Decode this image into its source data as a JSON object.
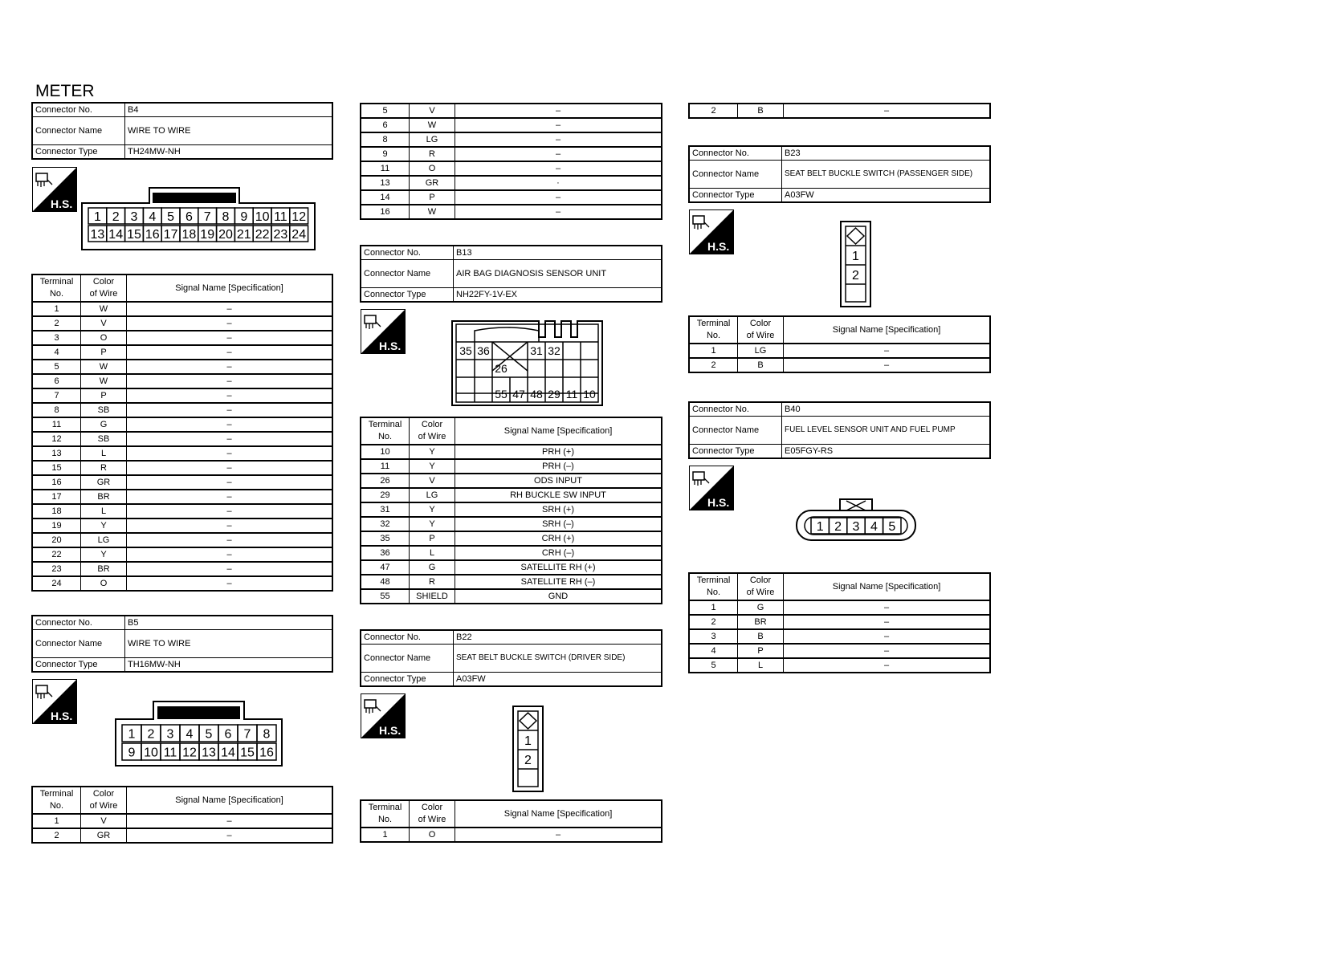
{
  "page_title": "METER",
  "labels": {
    "connector_no": "Connector No.",
    "connector_name": "Connector Name",
    "connector_type": "Connector Type",
    "terminal_no": [
      "Terminal",
      "No."
    ],
    "color_of_wire": [
      "Color",
      "of Wire"
    ],
    "signal_name": "Signal Name [Specification]",
    "hs_badge": "H.S."
  },
  "connectors": {
    "b4": {
      "no": "B4",
      "name": "WIRE TO WIRE",
      "type": "TH24MW-NH",
      "pins_top": [
        "1",
        "2",
        "3",
        "4",
        "5",
        "6",
        "7",
        "8",
        "9",
        "10",
        "11",
        "12"
      ],
      "pins_bottom": [
        "13",
        "14",
        "15",
        "16",
        "17",
        "18",
        "19",
        "20",
        "21",
        "22",
        "23",
        "24"
      ],
      "rows": [
        [
          "1",
          "W",
          "–"
        ],
        [
          "2",
          "V",
          "–"
        ],
        [
          "3",
          "O",
          "–"
        ],
        [
          "4",
          "P",
          "–"
        ],
        [
          "5",
          "W",
          "–"
        ],
        [
          "6",
          "W",
          "–"
        ],
        [
          "7",
          "P",
          "–"
        ],
        [
          "8",
          "SB",
          "–"
        ],
        [
          "11",
          "G",
          "–"
        ],
        [
          "12",
          "SB",
          "–"
        ],
        [
          "13",
          "L",
          "–"
        ],
        [
          "15",
          "R",
          "–"
        ],
        [
          "16",
          "GR",
          "–"
        ],
        [
          "17",
          "BR",
          "–"
        ],
        [
          "18",
          "L",
          "–"
        ],
        [
          "19",
          "Y",
          "–"
        ],
        [
          "20",
          "LG",
          "–"
        ],
        [
          "22",
          "Y",
          "–"
        ],
        [
          "23",
          "BR",
          "–"
        ],
        [
          "24",
          "O",
          "–"
        ]
      ]
    },
    "b5": {
      "no": "B5",
      "name": "WIRE TO WIRE",
      "type": "TH16MW-NH",
      "pins_top": [
        "1",
        "2",
        "3",
        "4",
        "5",
        "6",
        "7",
        "8"
      ],
      "pins_bottom": [
        "9",
        "10",
        "11",
        "12",
        "13",
        "14",
        "15",
        "16"
      ],
      "rows": [
        [
          "1",
          "V",
          "–"
        ],
        [
          "2",
          "GR",
          "–"
        ]
      ]
    },
    "b5_cont": {
      "rows": [
        [
          "5",
          "V",
          "–"
        ],
        [
          "6",
          "W",
          "–"
        ],
        [
          "8",
          "LG",
          "–"
        ],
        [
          "9",
          "R",
          "–"
        ],
        [
          "11",
          "O",
          "–"
        ],
        [
          "13",
          "GR",
          "·"
        ],
        [
          "14",
          "P",
          "–"
        ],
        [
          "16",
          "W",
          "–"
        ]
      ]
    },
    "b13": {
      "no": "B13",
      "name": "AIR BAG DIAGNOSIS SENSOR UNIT",
      "type": "NH22FY-1V-EX",
      "pins": [
        "35",
        "36",
        "31",
        "32",
        "26",
        "55",
        "47",
        "48",
        "29",
        "11",
        "10"
      ],
      "rows": [
        [
          "10",
          "Y",
          "PRH (+)"
        ],
        [
          "11",
          "Y",
          "PRH (–)"
        ],
        [
          "26",
          "V",
          "ODS INPUT"
        ],
        [
          "29",
          "LG",
          "RH BUCKLE SW INPUT"
        ],
        [
          "31",
          "Y",
          "SRH (+)"
        ],
        [
          "32",
          "Y",
          "SRH (–)"
        ],
        [
          "35",
          "P",
          "CRH (+)"
        ],
        [
          "36",
          "L",
          "CRH (–)"
        ],
        [
          "47",
          "G",
          "SATELLITE RH (+)"
        ],
        [
          "48",
          "R",
          "SATELLITE RH (–)"
        ],
        [
          "55",
          "SHIELD",
          "GND"
        ]
      ]
    },
    "b22": {
      "no": "B22",
      "name": "SEAT BELT BUCKLE SWITCH (DRIVER SIDE)",
      "type": "A03FW",
      "pins": [
        "1",
        "2"
      ],
      "rows": [
        [
          "1",
          "O",
          "–"
        ]
      ]
    },
    "b22_cont": {
      "rows": [
        [
          "2",
          "B",
          "–"
        ]
      ]
    },
    "b23": {
      "no": "B23",
      "name": "SEAT BELT BUCKLE SWITCH (PASSENGER SIDE)",
      "type": "A03FW",
      "pins": [
        "1",
        "2"
      ],
      "rows": [
        [
          "1",
          "LG",
          "–"
        ],
        [
          "2",
          "B",
          "–"
        ]
      ]
    },
    "b40": {
      "no": "B40",
      "name": "FUEL LEVEL SENSOR UNIT AND FUEL PUMP",
      "type": "E05FGY-RS",
      "pins": [
        "1",
        "2",
        "3",
        "4",
        "5"
      ],
      "rows": [
        [
          "1",
          "G",
          "–"
        ],
        [
          "2",
          "BR",
          "–"
        ],
        [
          "3",
          "B",
          "–"
        ],
        [
          "4",
          "P",
          "–"
        ],
        [
          "5",
          "L",
          "–"
        ]
      ]
    }
  }
}
